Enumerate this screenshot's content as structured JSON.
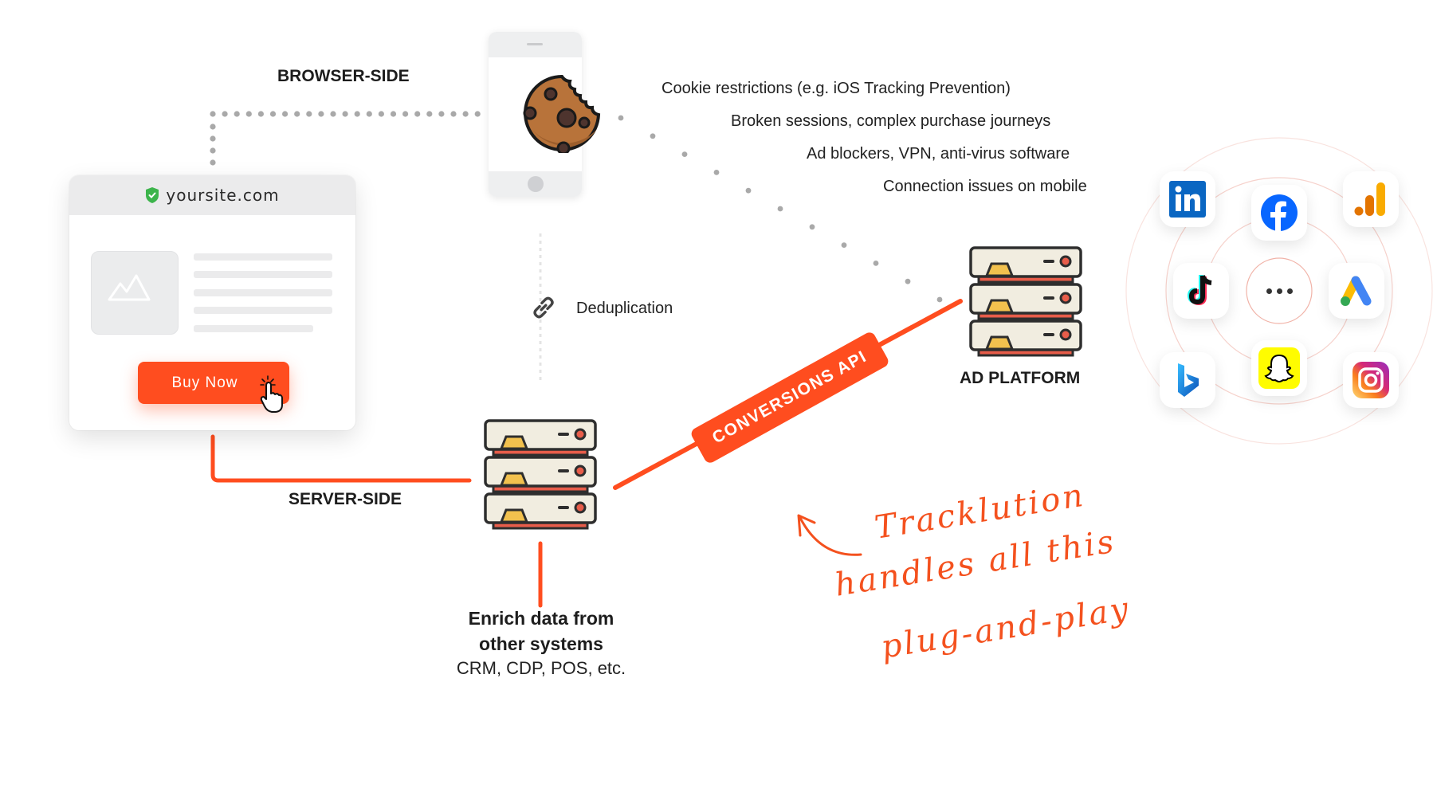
{
  "browser": {
    "url": "yoursite.com",
    "buy_button_label": "Buy Now"
  },
  "labels": {
    "browser_side": "BROWSER-SIDE",
    "server_side": "SERVER-SIDE",
    "deduplication": "Deduplication",
    "ad_platform": "AD PLATFORM",
    "conversions_api": "CONVERSIONS API"
  },
  "browser_issues": [
    "Cookie restrictions (e.g. iOS Tracking Prevention)",
    "Broken sessions, complex purchase  journeys",
    "Ad blockers, VPN, anti-virus software",
    "Connection issues on mobile"
  ],
  "enrich": {
    "title_line1": "Enrich data from",
    "title_line2": "other systems",
    "subtitle": "CRM, CDP, POS, etc."
  },
  "handwritten_note": {
    "line1": "Tracklution",
    "line2": "handles all this",
    "line3": "plug-and-play"
  },
  "platforms": [
    {
      "name": "LinkedIn",
      "icon": "linkedin-icon"
    },
    {
      "name": "Facebook",
      "icon": "facebook-icon"
    },
    {
      "name": "Google Analytics",
      "icon": "google-analytics-icon"
    },
    {
      "name": "TikTok",
      "icon": "tiktok-icon"
    },
    {
      "name": "More",
      "icon": "more-dots-icon"
    },
    {
      "name": "Google Ads",
      "icon": "google-ads-icon"
    },
    {
      "name": "Bing",
      "icon": "bing-icon"
    },
    {
      "name": "Snapchat",
      "icon": "snapchat-icon"
    },
    {
      "name": "Instagram",
      "icon": "instagram-icon"
    }
  ],
  "colors": {
    "accent": "#ff4d1f",
    "dots": "#a9a9a9",
    "server_body": "#f1ede0",
    "server_gold": "#f2c14e",
    "server_red": "#e85d4a"
  }
}
